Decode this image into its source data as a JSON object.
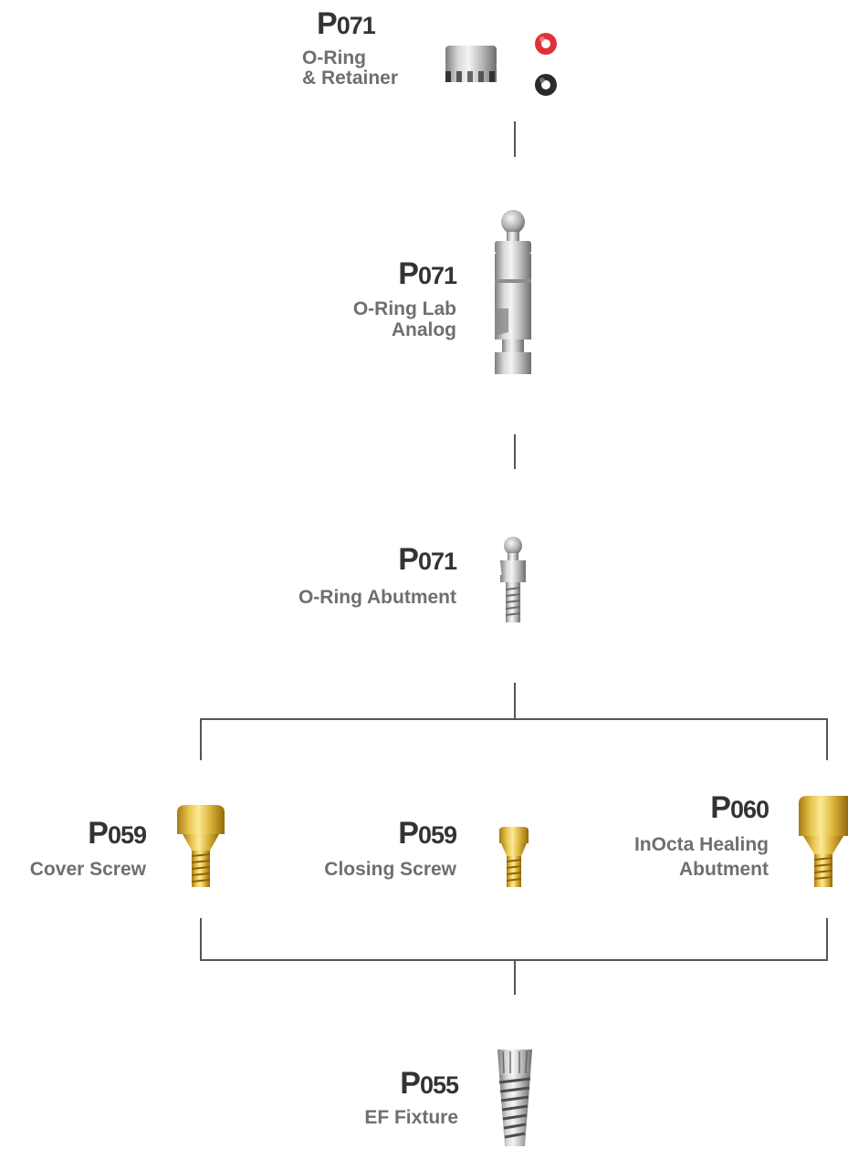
{
  "components": {
    "oring_retainer": {
      "code_prefix": "P",
      "code_number": "071",
      "name_line1": "O-Ring",
      "name_line2": "& Retainer"
    },
    "oring_lab_analog": {
      "code_prefix": "P",
      "code_number": "071",
      "name_line1": "O-Ring Lab",
      "name_line2": "Analog"
    },
    "oring_abutment": {
      "code_prefix": "P",
      "code_number": "071",
      "name_line1": "O-Ring Abutment"
    },
    "cover_screw": {
      "code_prefix": "P",
      "code_number": "059",
      "name_line1": "Cover Screw"
    },
    "closing_screw": {
      "code_prefix": "P",
      "code_number": "059",
      "name_line1": "Closing Screw"
    },
    "healing_abutment": {
      "code_prefix": "P",
      "code_number": "060",
      "name_line1": "InOcta Healing",
      "name_line2": "Abutment"
    },
    "ef_fixture": {
      "code_prefix": "P",
      "code_number": "055",
      "name_line1": "EF Fixture"
    }
  },
  "colors": {
    "code_text": "#333333",
    "name_text": "#6f6f6f",
    "connector": "#555555",
    "metal_silver": "#b9b9b9",
    "metal_gold": "#e0b93a",
    "oring_red": "#e0303a",
    "oring_black": "#2a2a2a"
  },
  "icons": [
    "retainer-icon",
    "red-oring-icon",
    "black-oring-icon",
    "lab-analog-icon",
    "abutment-icon",
    "cover-screw-icon",
    "closing-screw-icon",
    "healing-abutment-icon",
    "fixture-icon"
  ]
}
